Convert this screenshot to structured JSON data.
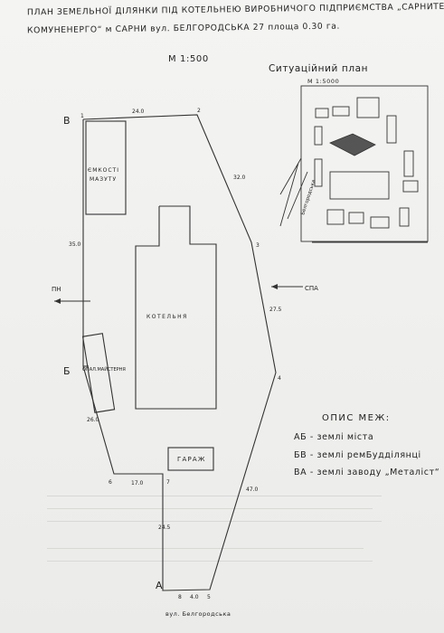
{
  "title": {
    "line1": "ПЛАН ЗЕМЕЛЬНОЇ ДІЛЯНКИ ПІД КОТЕЛЬНЕЮ ВИРОБНИЧОГО ПІДПРИЄМСТВА „САРНИТЕПЛО-",
    "line2": "КОМУНЕНЕРГО“ м САРНИ вул. БЕЛГОРОДСЬКА 27     площа 0.30 га."
  },
  "scale": "М 1:500",
  "situation_plan": {
    "title": "Ситуаційний план",
    "scale": "М 1:5000",
    "street": "Белгородська"
  },
  "points": {
    "A": "А",
    "B": "Б",
    "V": "В",
    "n1": "1",
    "n2": "2",
    "n3": "3",
    "n4": "4",
    "n5": "5",
    "n6": "6",
    "n7": "7",
    "n8": "8"
  },
  "dimensions": {
    "top": "24.0",
    "d2_3": "32.0",
    "d3_4": "27.5",
    "d4_5": "47.0",
    "d6_7": "17.0",
    "d7_A": "24.5",
    "dA_8": "4.0",
    "left_upper": "35.0",
    "left_lower": "26.0"
  },
  "buildings": {
    "tanks": "ЄМКОСТІ МАЗУТУ",
    "boiler": "КОТЕЛЬНЯ",
    "garage": "ГАРАЖ",
    "small": "ОПАЛ.МАЙСТЕРНЯ"
  },
  "section_marks": {
    "left": "ПН",
    "right": "СПА"
  },
  "legend": {
    "title": "ОПИС МЕЖ:",
    "items": [
      "АБ - землі міста",
      "БВ - землі ремБудділянці",
      "ВА - землі заводу „Металіст“"
    ]
  },
  "street_label": "вул. Белгородська"
}
